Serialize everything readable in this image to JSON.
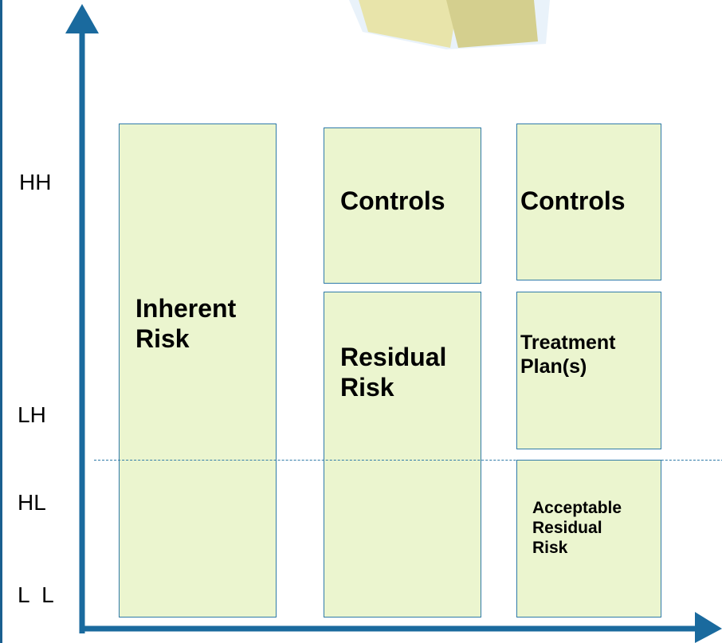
{
  "y_axis_labels": {
    "hh": "HH",
    "lh": "LH",
    "hl": "HL",
    "ll": "L  L"
  },
  "boxes": {
    "inherent_risk": [
      "Inherent",
      "Risk"
    ],
    "controls_1": "Controls",
    "residual_risk": [
      "Residual",
      "Risk"
    ],
    "controls_2": "Controls",
    "treatment_plans": [
      "Treatment",
      "Plan(s)"
    ],
    "acceptable_residual_risk": [
      "Acceptable",
      "Residual",
      "Risk"
    ]
  },
  "colors": {
    "axis": "#1a6a9e",
    "box_fill": "#ebf5cf",
    "box_border": "#2f7aa8",
    "dashed_line": "#2f7aa8",
    "decoration_fill": "#e6e3a8"
  }
}
